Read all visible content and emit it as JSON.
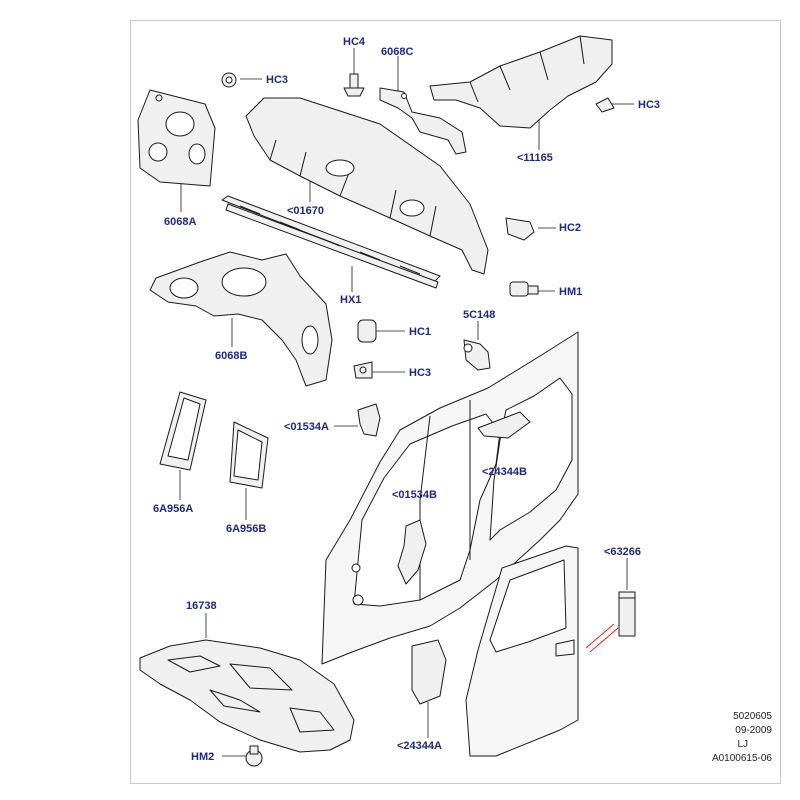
{
  "diagram": {
    "labels": {
      "hc4": "HC4",
      "hc3_top": "HC3",
      "6068c": "6068C",
      "hc3_right": "HC3",
      "11165": "<11165",
      "6068a": "6068A",
      "01670": "<01670",
      "hc2": "HC2",
      "hm1": "HM1",
      "hx1": "HX1",
      "5c148": "5C148",
      "hc1": "HC1",
      "6068b": "6068B",
      "hc3_mid": "HC3",
      "01534a": "<01534A",
      "24344b": "<24344B",
      "6a956a": "6A956A",
      "6a956b": "6A956B",
      "01534b": "<01534B",
      "63266": "<63266",
      "16738": "16738",
      "hm2": "HM2",
      "24344a": "<24344A"
    },
    "reference": {
      "code": "5020605",
      "date": "09-2009",
      "initials": "LJ",
      "drawing_id": "A0100615-06"
    },
    "colors": {
      "label": "#1f2a7a",
      "line": "#1a1a1a",
      "part_fill": "#f0f0f0",
      "accent_line": "#d0302a",
      "frame": "#c7cacc"
    }
  }
}
